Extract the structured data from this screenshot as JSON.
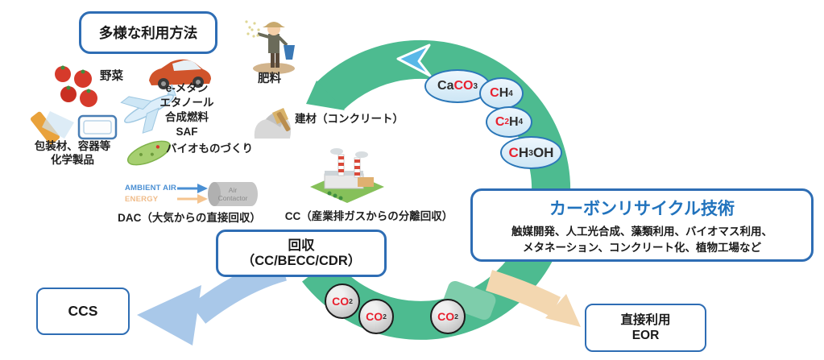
{
  "diagram": {
    "usage_box": "多様な利用方法",
    "labels": {
      "vegetables": "野菜",
      "fertilizer": "肥料",
      "efuel1": "e-メタン",
      "efuel2": "エタノール",
      "efuel3": "合成燃料",
      "efuel4": "SAF",
      "packaging1": "包装材、容器等",
      "packaging2": "化学製品",
      "bio": "バイオものづくり",
      "building": "建材（コンクリート）"
    },
    "dac": {
      "label": "DAC（大気からの直接回収）",
      "ambient": "AMBIENT AIR",
      "energy": "ENERGY",
      "contactor1": "Air",
      "contactor2": "Contactor"
    },
    "cc_label": "CC（産業排ガスからの分離回収）",
    "recovery": {
      "line1": "回収",
      "line2": "（CC/BECC/CDR）"
    },
    "tech": {
      "title": "カーボンリサイクル技術",
      "body1": "触媒開発、人工光合成、藻類利用、バイオマス利用、",
      "body2": "メタネーション、コンクリート化、植物工場など"
    },
    "ccs": "CCS",
    "eor": {
      "line1": "直接利用",
      "line2": "EOR"
    },
    "molecules": {
      "caco3": {
        "p1": "Ca",
        "p2": "CO",
        "p3": "3"
      },
      "ch4": {
        "p1": "C",
        "p2": "H",
        "p3": "4"
      },
      "c2h4": {
        "p1": "C",
        "p2": "2",
        "p3": "H",
        "p4": "4"
      },
      "ch3oh": {
        "p1": "C",
        "p2": "H",
        "p3": "3",
        "p4": "OH"
      },
      "co2": {
        "p1": "CO",
        "p2": "2"
      }
    },
    "colors": {
      "cycle_green": "#4dbb90",
      "accent_blue": "#2e6db4",
      "title_blue": "#2173bd",
      "highlight_red": "#e8202e",
      "ccs_arrow_blue": "#a9c8e9",
      "eor_arrow_beige": "#f3d7b0",
      "direction_arrow_blue": "#58b8e8"
    }
  }
}
